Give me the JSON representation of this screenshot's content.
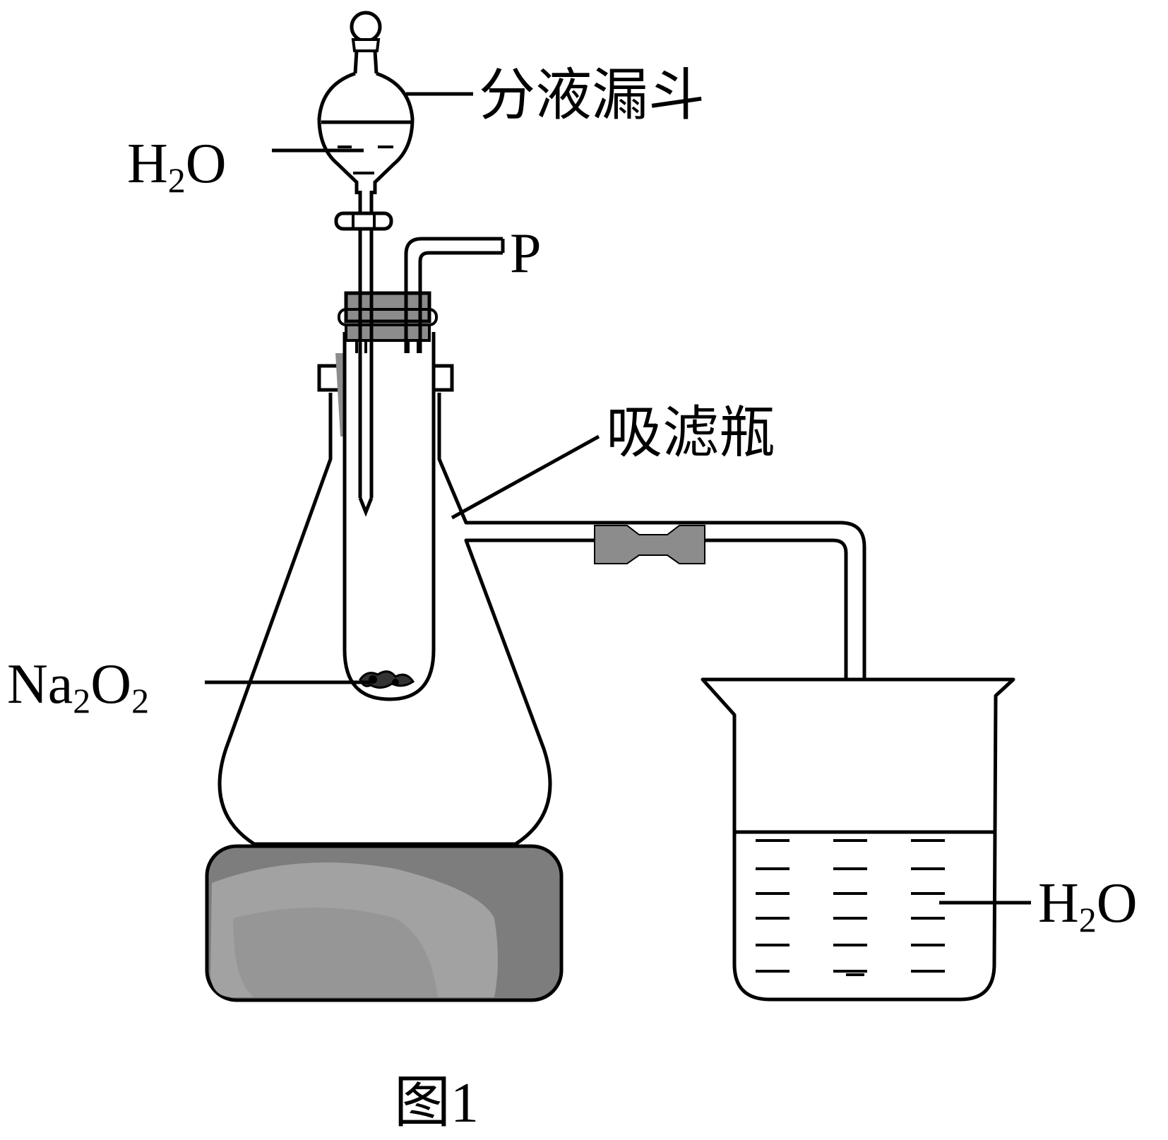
{
  "labels": {
    "separatory_funnel": "分液漏斗",
    "funnel_water": {
      "main": "H",
      "sub": "2",
      "tail": "O"
    },
    "tube_outlet": "P",
    "filter_flask": "吸滤瓶",
    "sodium_peroxide": {
      "a": "Na",
      "a_sub": "2",
      "b": "O",
      "b_sub": "2"
    },
    "beaker_water": {
      "main": "H",
      "sub": "2",
      "tail": "O"
    }
  },
  "caption": "图1",
  "colors": {
    "line": "#000000",
    "rubber": "#8c8c8c",
    "base_dark": "#7d7d7d",
    "base_light": "#a2a2a2"
  }
}
